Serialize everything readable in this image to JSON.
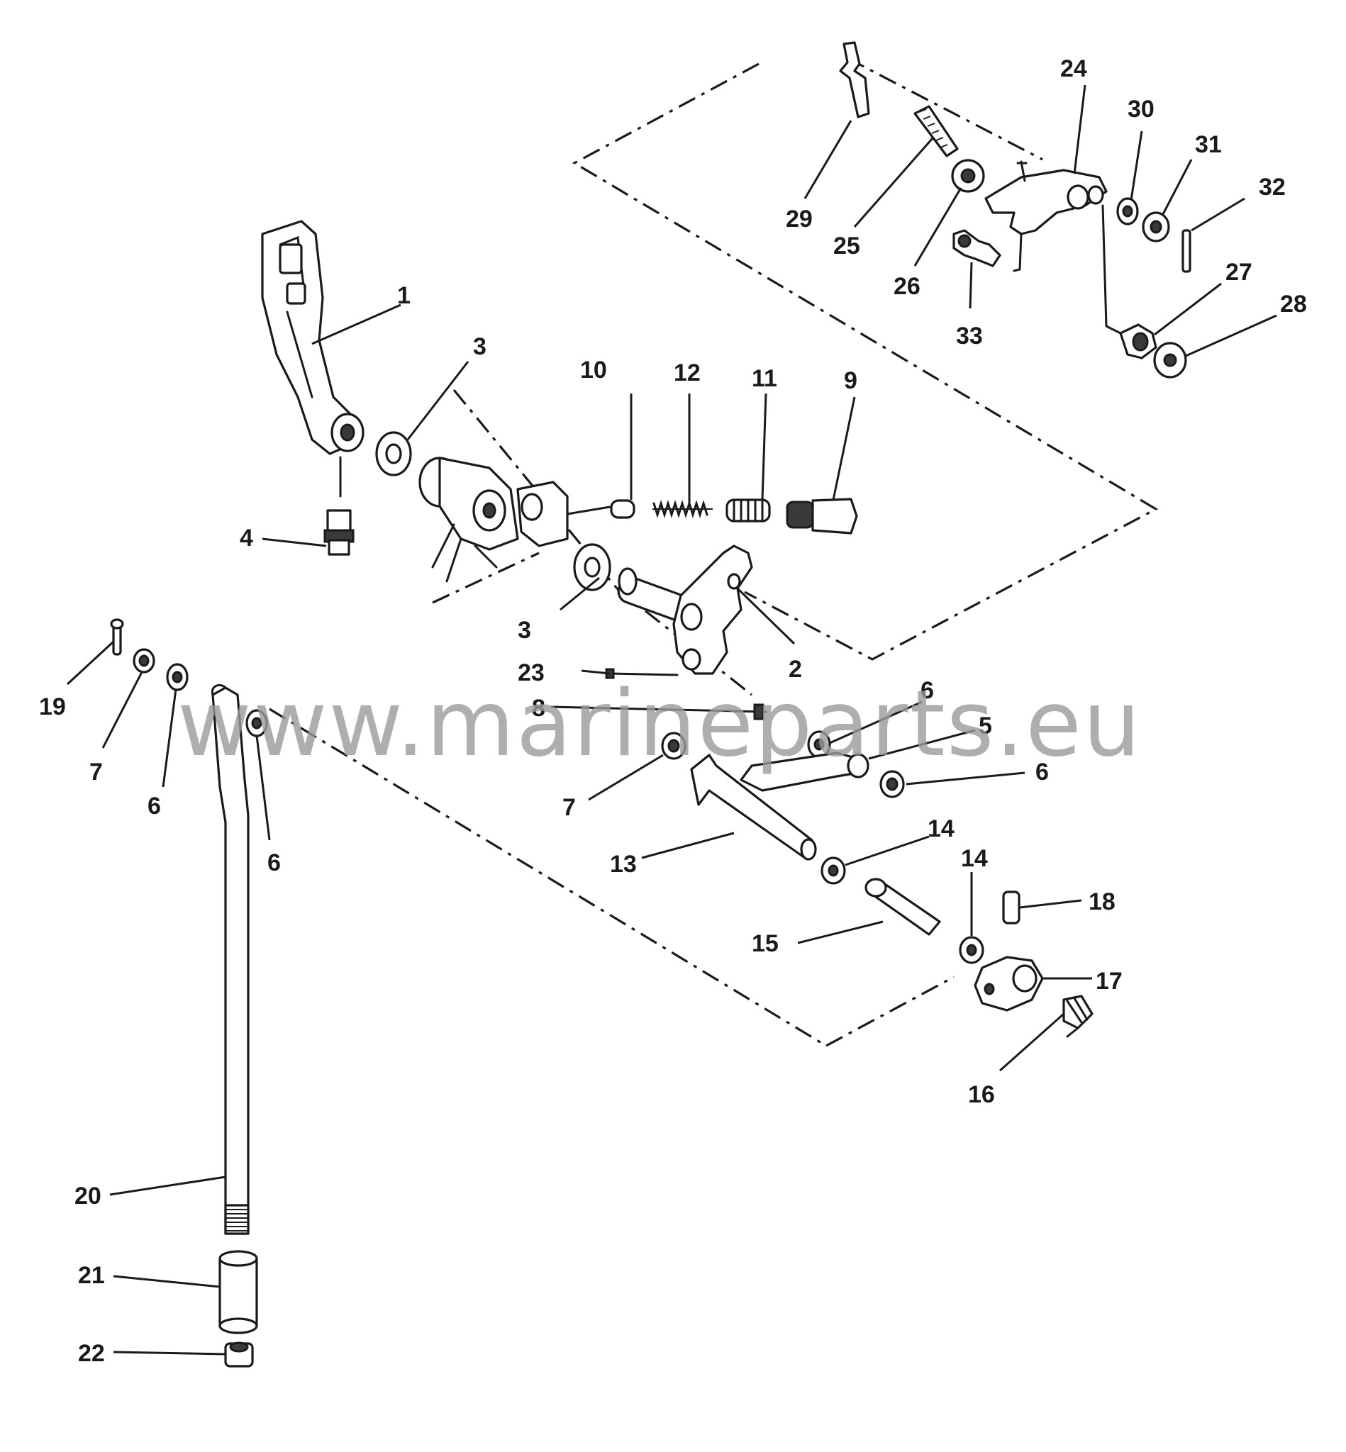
{
  "watermark": "www.marineparts.eu",
  "callouts": [
    {
      "id": "1",
      "label": "1"
    },
    {
      "id": "2",
      "label": "2"
    },
    {
      "id": "3a",
      "label": "3"
    },
    {
      "id": "3b",
      "label": "3"
    },
    {
      "id": "4",
      "label": "4"
    },
    {
      "id": "5",
      "label": "5"
    },
    {
      "id": "6a",
      "label": "6"
    },
    {
      "id": "6b",
      "label": "6"
    },
    {
      "id": "6c",
      "label": "6"
    },
    {
      "id": "6d",
      "label": "6"
    },
    {
      "id": "7a",
      "label": "7"
    },
    {
      "id": "7b",
      "label": "7"
    },
    {
      "id": "8",
      "label": "8"
    },
    {
      "id": "9",
      "label": "9"
    },
    {
      "id": "10",
      "label": "10"
    },
    {
      "id": "11",
      "label": "11"
    },
    {
      "id": "12",
      "label": "12"
    },
    {
      "id": "13",
      "label": "13"
    },
    {
      "id": "14a",
      "label": "14"
    },
    {
      "id": "14b",
      "label": "14"
    },
    {
      "id": "15",
      "label": "15"
    },
    {
      "id": "16",
      "label": "16"
    },
    {
      "id": "17",
      "label": "17"
    },
    {
      "id": "18",
      "label": "18"
    },
    {
      "id": "19",
      "label": "19"
    },
    {
      "id": "20",
      "label": "20"
    },
    {
      "id": "21",
      "label": "21"
    },
    {
      "id": "22",
      "label": "22"
    },
    {
      "id": "23",
      "label": "23"
    },
    {
      "id": "24",
      "label": "24"
    },
    {
      "id": "25",
      "label": "25"
    },
    {
      "id": "26",
      "label": "26"
    },
    {
      "id": "27",
      "label": "27"
    },
    {
      "id": "28",
      "label": "28"
    },
    {
      "id": "29",
      "label": "29"
    },
    {
      "id": "30",
      "label": "30"
    },
    {
      "id": "31",
      "label": "31"
    },
    {
      "id": "32",
      "label": "32"
    },
    {
      "id": "33",
      "label": "33"
    }
  ]
}
